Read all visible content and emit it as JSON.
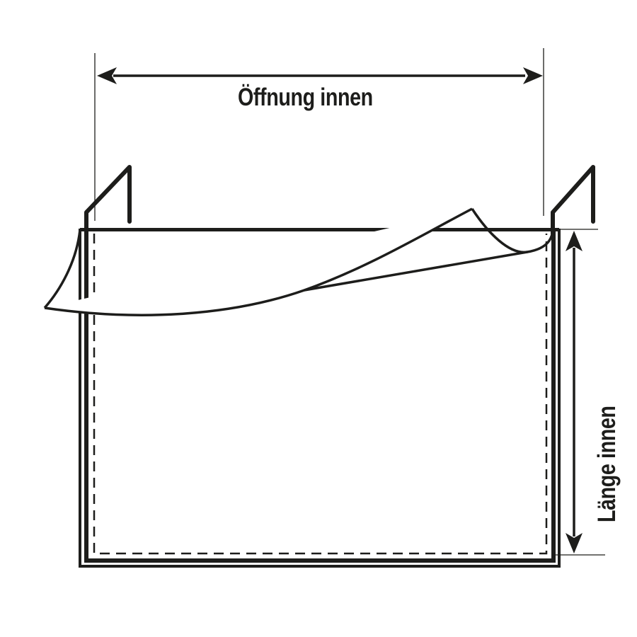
{
  "diagram": {
    "type": "technical-drawing",
    "subject": "document pocket / sleeve with hanging hooks and peeled adhesive backing",
    "colors": {
      "stroke": "#1d1d1b",
      "background": "#ffffff"
    }
  },
  "dimensions": {
    "width_label": "Öffnung innen",
    "length_label": "Länge innen"
  }
}
